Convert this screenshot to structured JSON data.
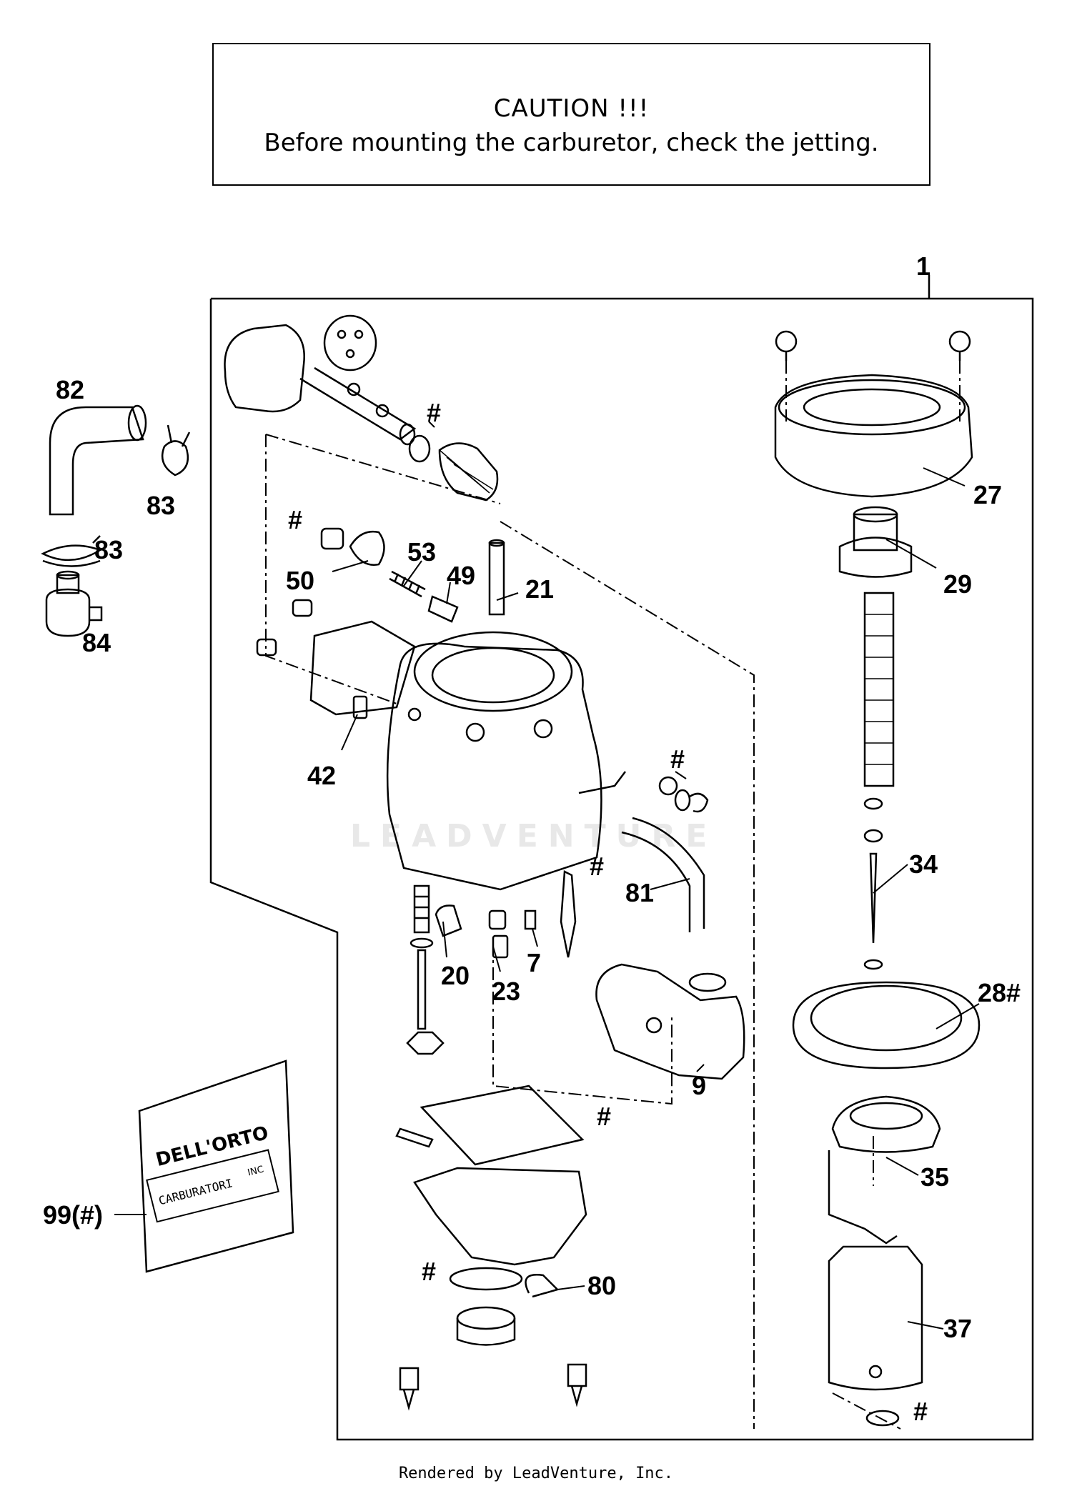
{
  "caution": {
    "title": "CAUTION !!!",
    "text": "Before mounting the carburetor, check the jetting."
  },
  "callouts": {
    "c1": "1",
    "c82": "82",
    "c83a": "83",
    "c83b": "83",
    "c84": "84",
    "c27": "27",
    "c29": "29",
    "c21": "21",
    "c49": "49",
    "c53": "53",
    "c50": "50",
    "c42": "42",
    "c34": "34",
    "c81": "81",
    "c20": "20",
    "c23": "23",
    "c7": "7",
    "c28": "28#",
    "c9": "9",
    "c35": "35",
    "c99": "99(#)",
    "c80": "80",
    "c37": "37",
    "h1": "#",
    "h2": "#",
    "h3": "#",
    "h4": "#",
    "h5": "#",
    "h6": "#",
    "h7": "#"
  },
  "watermark": "LEADVENTURE",
  "kit_label": {
    "brand": "DELL'ORTO",
    "line2": "CARBURATORI",
    "line3": "INC"
  },
  "footer": "Rendered by LeadVenture, Inc."
}
